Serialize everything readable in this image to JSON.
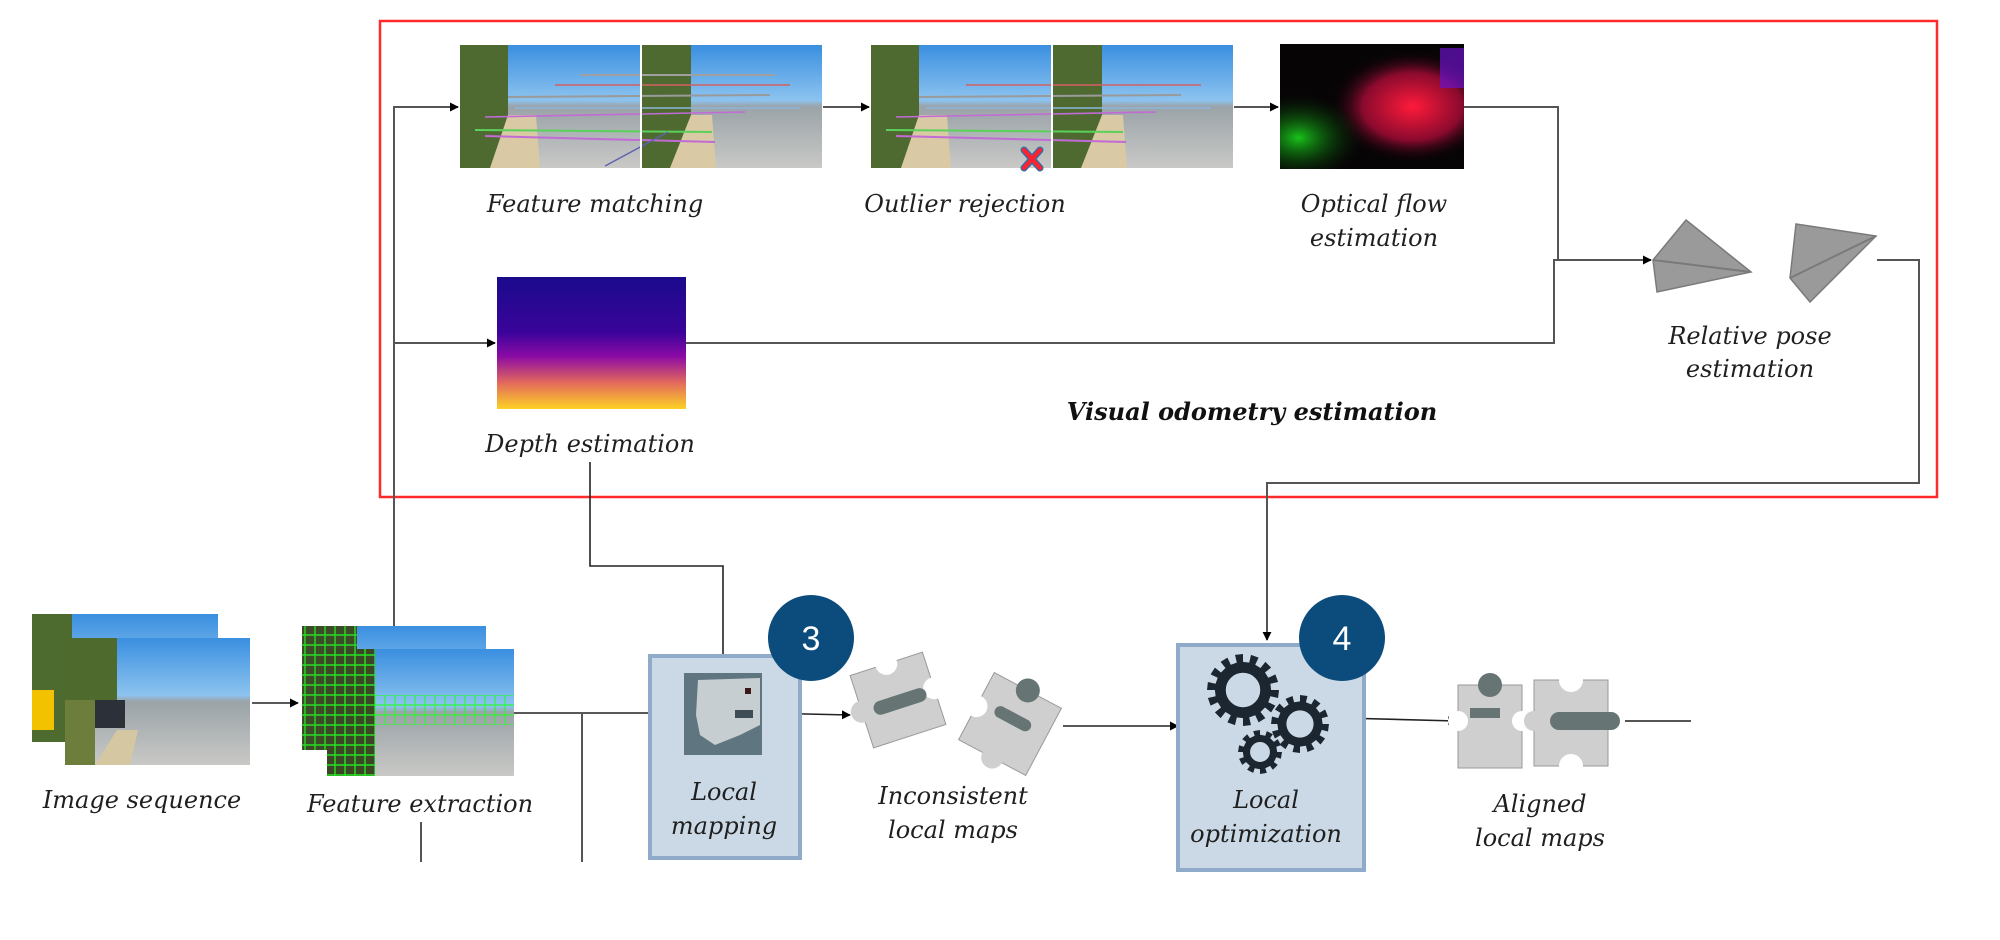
{
  "diagram": {
    "group_title": "Visual odometry estimation",
    "colors": {
      "group_border": "#ff2a2a",
      "badge": "#0b4c7d",
      "stage_box_fill": "#cbd9e6",
      "stage_box_border": "#8fabc9",
      "gear": "#1c2631",
      "camera": "#9a9a9a"
    },
    "nodes": {
      "image_sequence": {
        "label": "Image sequence"
      },
      "feature_extraction": {
        "label": "Feature extraction"
      },
      "feature_matching": {
        "label": "Feature matching"
      },
      "outlier_rejection": {
        "label": "Outlier rejection"
      },
      "optical_flow": {
        "label_line1": "Optical flow",
        "label_line2": "estimation"
      },
      "depth_estimation": {
        "label": "Depth estimation"
      },
      "relative_pose": {
        "label_line1": "Relative pose",
        "label_line2": "estimation"
      },
      "local_mapping": {
        "label_line1": "Local",
        "label_line2": "mapping",
        "badge": "3"
      },
      "inconsistent_maps": {
        "label_line1": "Inconsistent",
        "label_line2": "local maps"
      },
      "local_optimization": {
        "label_line1": "Local",
        "label_line2": "optimization",
        "badge": "4"
      },
      "aligned_maps": {
        "label_line1": "Aligned",
        "label_line2": "local maps"
      }
    }
  }
}
